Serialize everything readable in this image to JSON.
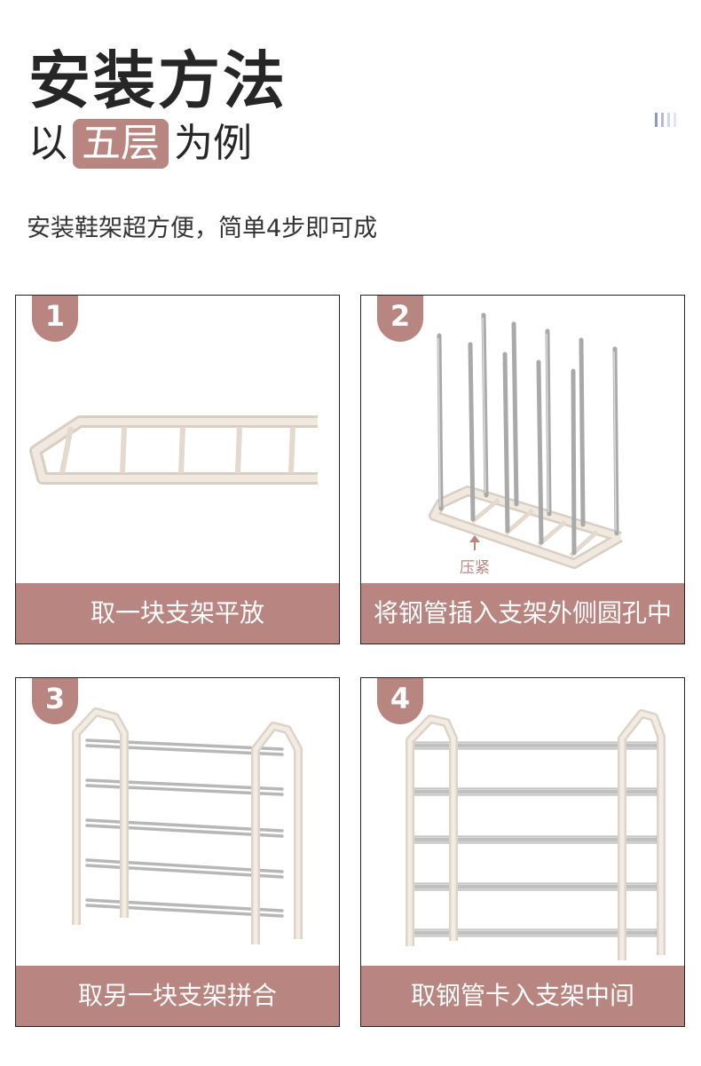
{
  "header": {
    "title": "安装方法",
    "subtitle_pre": "以",
    "subtitle_highlight": "五层",
    "subtitle_post": "为例"
  },
  "description": "安装鞋架超方便，简单4步即可成",
  "steps": [
    {
      "number": "1",
      "caption": "取一块支架平放"
    },
    {
      "number": "2",
      "caption": "将钢管插入支架外侧圆孔中",
      "annotation": "压紧"
    },
    {
      "number": "3",
      "caption": "取另一块支架拼合"
    },
    {
      "number": "4",
      "caption": "取钢管卡入支架中间"
    }
  ],
  "colors": {
    "accent": "#b98580",
    "text": "#262626",
    "frame": "#ede4da",
    "steel": "#a9a9a9"
  }
}
